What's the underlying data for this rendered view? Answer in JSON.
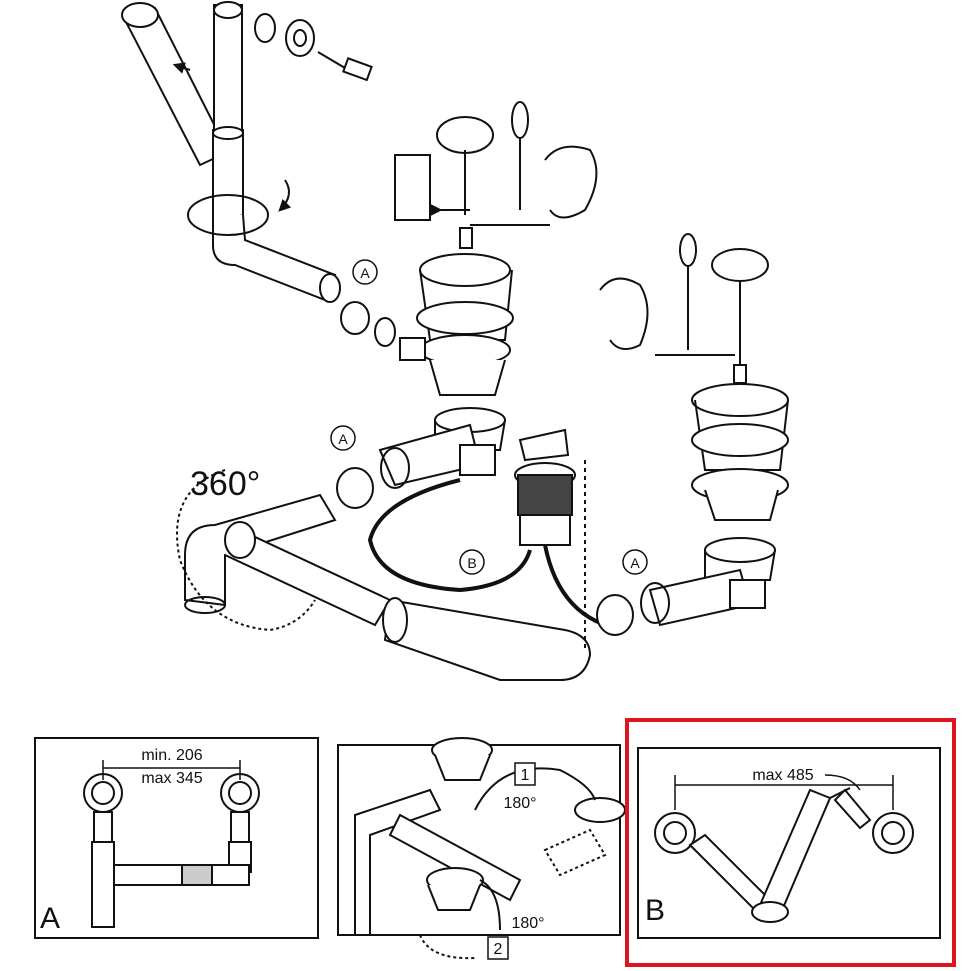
{
  "main": {
    "angle_label": "360°",
    "callout_a": "A",
    "callout_b": "B"
  },
  "panel_a": {
    "letter": "A",
    "dim_min": "min. 206",
    "dim_max": "max 345"
  },
  "panel_mid": {
    "step1": "1",
    "step2": "2",
    "angle1": "180°",
    "angle2": "180°"
  },
  "panel_b": {
    "letter": "B",
    "dim_max": "max 485",
    "highlight_color": "#e0141e"
  }
}
